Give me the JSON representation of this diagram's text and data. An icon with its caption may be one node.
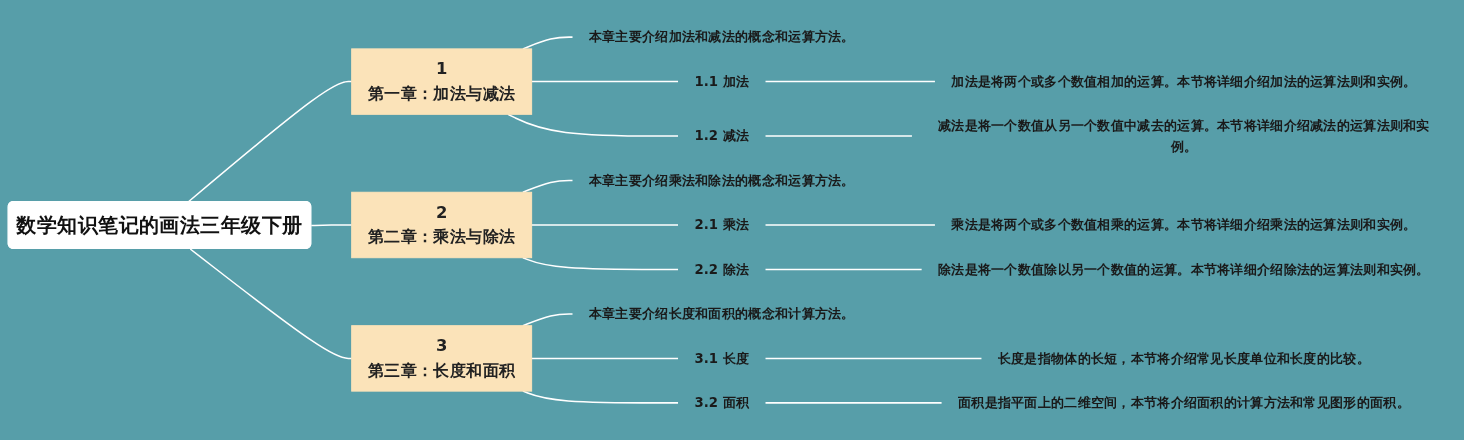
{
  "diagram": {
    "nodes": [
      {
        "text": [
          "数学知识笔记的画法三年级下册"
        ]
      },
      {
        "text": [
          "1",
          "第一章：加法与减法"
        ]
      },
      {
        "text": [
          "本章主要介绍加法和减法的概念和运算方法。"
        ]
      },
      {
        "text": [
          "1.1 加法"
        ]
      },
      {
        "text": [
          "加法是将两个或多个数值相加的运算。本节将详细介绍加法的运算法则和实例。"
        ]
      },
      {
        "text": [
          "1.2 减法"
        ]
      },
      {
        "text": [
          "减法是将一个数值从另一个数值中减去的运算。本节将详细介绍减法的运算法则和实例。"
        ]
      },
      {
        "text": [
          "2",
          "第二章：乘法与除法"
        ]
      },
      {
        "text": [
          "本章主要介绍乘法和除法的概念和运算方法。"
        ]
      },
      {
        "text": [
          "2.1 乘法"
        ]
      },
      {
        "text": [
          "乘法是将两个或多个数值相乘的运算。本节将详细介绍乘法的运算法则和实例。"
        ]
      },
      {
        "text": [
          "2.2 除法"
        ]
      },
      {
        "text": [
          "除法是将一个数值除以另一个数值的运算。本节将详细介绍除法的运算法则和实例。"
        ]
      },
      {
        "text": [
          "3",
          "第三章：长度和面积"
        ]
      },
      {
        "text": [
          "本章主要介绍长度和面积的概念和计算方法。"
        ]
      },
      {
        "text": [
          "3.1 长度"
        ]
      },
      {
        "text": [
          "长度是指物体的长短，本节将介绍常见长度单位和长度的比较。"
        ]
      },
      {
        "text": [
          "3.2 面积"
        ]
      },
      {
        "text": [
          "面积是指平面上的二维空间，本节将介绍面积的计算方法和常见图形的面积。"
        ]
      }
    ],
    "edges": [
      {
        "from": 0,
        "to": 1,
        "arrow": "none"
      },
      {
        "from": 1,
        "to": 2,
        "arrow": "none"
      },
      {
        "from": 1,
        "to": 3,
        "arrow": "none"
      },
      {
        "from": 3,
        "to": 4,
        "arrow": "none"
      },
      {
        "from": 1,
        "to": 5,
        "arrow": "none"
      },
      {
        "from": 5,
        "to": 6,
        "arrow": "none"
      },
      {
        "from": 0,
        "to": 7,
        "arrow": "none"
      },
      {
        "from": 7,
        "to": 8,
        "arrow": "none"
      },
      {
        "from": 7,
        "to": 9,
        "arrow": "none"
      },
      {
        "from": 9,
        "to": 10,
        "arrow": "none"
      },
      {
        "from": 7,
        "to": 11,
        "arrow": "none"
      },
      {
        "from": 11,
        "to": 12,
        "arrow": "none"
      },
      {
        "from": 0,
        "to": 13,
        "arrow": "none"
      },
      {
        "from": 13,
        "to": 14,
        "arrow": "none"
      },
      {
        "from": 13,
        "to": 15,
        "arrow": "none"
      },
      {
        "from": 15,
        "to": 16,
        "arrow": "none"
      },
      {
        "from": 13,
        "to": 17,
        "arrow": "none"
      },
      {
        "from": 17,
        "to": 18,
        "arrow": "none"
      }
    ]
  }
}
